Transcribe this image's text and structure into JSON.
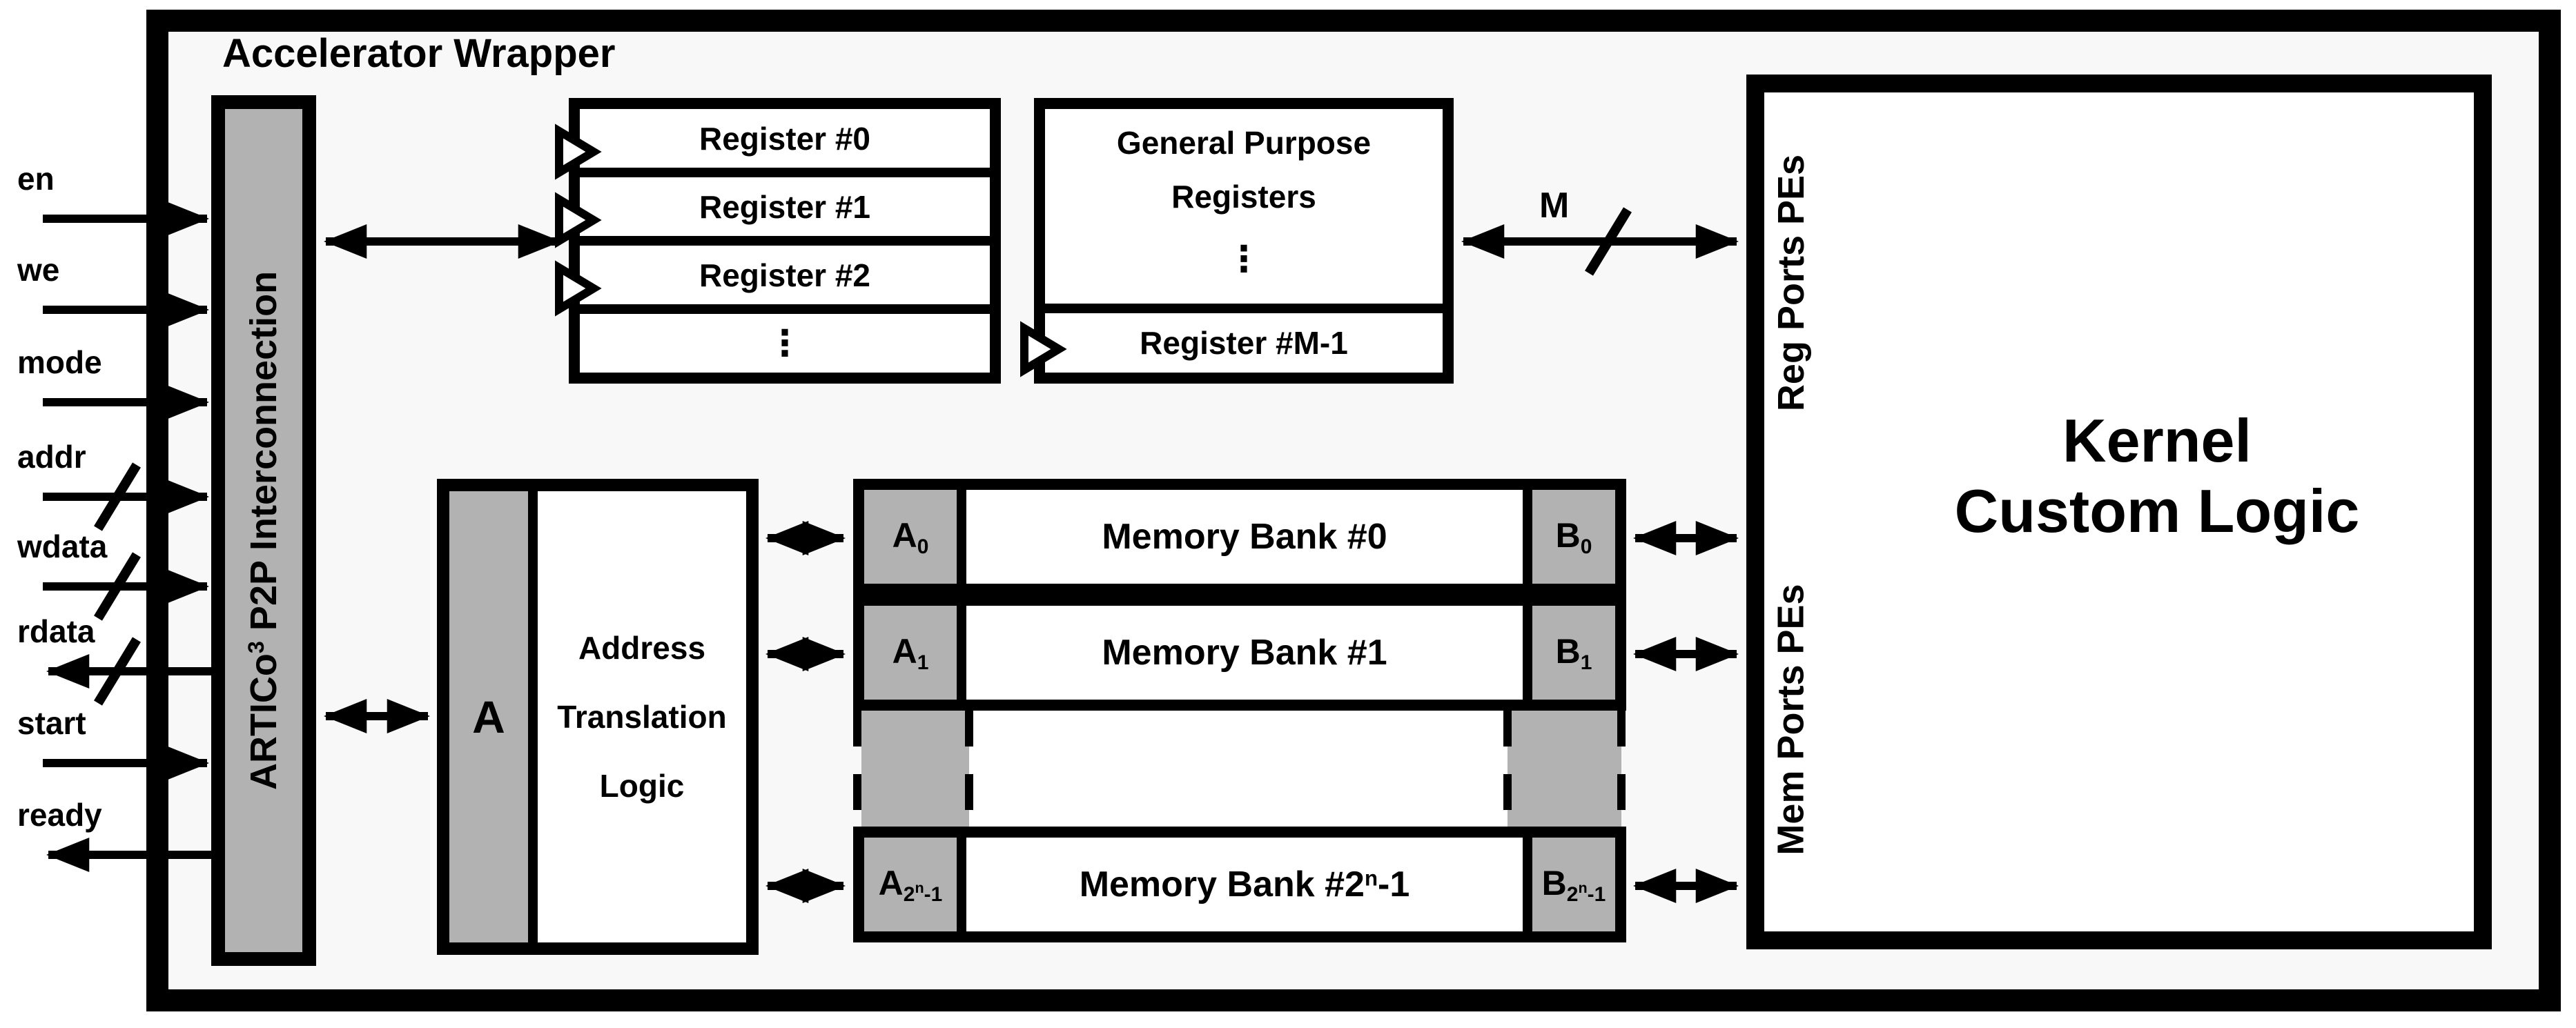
{
  "title": "Accelerator Wrapper",
  "signals": [
    {
      "label": "en",
      "direction": "in",
      "bus": false
    },
    {
      "label": "we",
      "direction": "in",
      "bus": false
    },
    {
      "label": "mode",
      "direction": "in",
      "bus": false
    },
    {
      "label": "addr",
      "direction": "in",
      "bus": true
    },
    {
      "label": "wdata",
      "direction": "in",
      "bus": true
    },
    {
      "label": "rdata",
      "direction": "out",
      "bus": true
    },
    {
      "label": "start",
      "direction": "in",
      "bus": false
    },
    {
      "label": "ready",
      "direction": "out",
      "bus": false
    }
  ],
  "interconnect": {
    "name_base": "ARTICo",
    "name_exp": "3",
    "name_rest": " P2P Interconnection"
  },
  "register_stack": {
    "rows": [
      "Register #0",
      "Register #1",
      "Register #2"
    ],
    "ellipsis": "⋮"
  },
  "gp_registers": {
    "line1": "General Purpose",
    "line2": "Registers",
    "ellipsis": "⋮",
    "last_register": "Register #M-1"
  },
  "m_bus": {
    "label": "M"
  },
  "atl": {
    "port": "A",
    "line1": "Address",
    "line2": "Translation",
    "line3": "Logic"
  },
  "memory_banks": {
    "rows": [
      {
        "a_pre": "A",
        "a_sub": "0",
        "a_sub_exp": "",
        "a_sub_tail": "",
        "name_pre": "Memory Bank #0",
        "name_exp": "",
        "name_tail": "",
        "b_pre": "B",
        "b_sub": "0",
        "b_sub_exp": "",
        "b_sub_tail": ""
      },
      {
        "a_pre": "A",
        "a_sub": "1",
        "a_sub_exp": "",
        "a_sub_tail": "",
        "name_pre": "Memory Bank #1",
        "name_exp": "",
        "name_tail": "",
        "b_pre": "B",
        "b_sub": "1",
        "b_sub_exp": "",
        "b_sub_tail": ""
      },
      {
        "a_pre": "A",
        "a_sub": "2",
        "a_sub_exp": "n",
        "a_sub_tail": "-1",
        "name_pre": "Memory Bank #2",
        "name_exp": "n",
        "name_tail": "-1",
        "b_pre": "B",
        "b_sub": "2",
        "b_sub_exp": "n",
        "b_sub_tail": "-1"
      }
    ]
  },
  "kernel": {
    "title_line1": "Kernel",
    "title_line2": "Custom Logic",
    "reg_ports_label": "Reg Ports PEs",
    "mem_ports_label": "Mem Ports PEs"
  }
}
